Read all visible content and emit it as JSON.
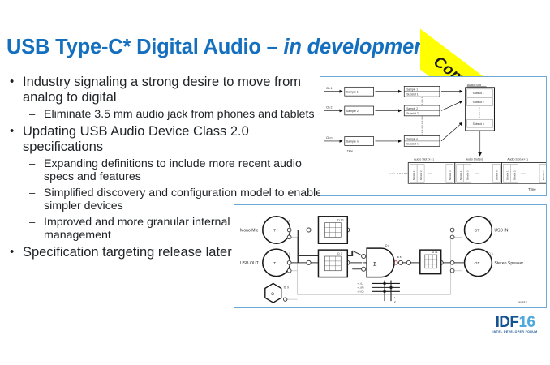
{
  "slide": {
    "title_main": "USB Type-C* Digital Audio – ",
    "title_emphasis": "in development",
    "ribbon_label": "Coming Soon"
  },
  "bullets": [
    {
      "level": 1,
      "text": "Industry signaling a strong desire to move from analog to digital"
    },
    {
      "level": 2,
      "text": "Eliminate 3.5 mm audio jack from phones and tablets"
    },
    {
      "level": 1,
      "text": "Updating USB Audio Device Class 2.0 specifications"
    },
    {
      "level": 2,
      "text": "Expanding definitions to include more recent audio specs and features"
    },
    {
      "level": 2,
      "text": "Simplified discovery and configuration model to enable simpler devices"
    },
    {
      "level": 2,
      "text": "Improved and more granular internal power management"
    },
    {
      "level": 1,
      "text": "Specification targeting release later this quarter"
    }
  ],
  "diagram_top": {
    "channels": [
      "Ch 1",
      "Ch 2",
      "Ch n"
    ],
    "samples": [
      "Sample 1",
      "Sample 2",
      "Sample n"
    ],
    "subslots_in": [
      "Sample 1 / Subslot 1",
      "Sample 2 / Subslot 2",
      "Sample n / Subslot n"
    ],
    "subslot_line1": [
      "Sample 1",
      "Sample 2",
      "Sample n"
    ],
    "subslot_line2": [
      "Subslot 1",
      "Subslot 2",
      "Subslot n"
    ],
    "time_label": "Time",
    "time_axis_label": "Time",
    "audio_slot_title": "Audio Slot",
    "audio_slot_items": [
      "Subslot 1",
      "Subslot 2",
      "Subslot n"
    ],
    "slot_headers": [
      "Audio Slot (x-1)",
      "Audio Slot (x)",
      "Audio Slot (x+1)"
    ],
    "slot_cells": [
      "Subslot 1",
      "Subslot 2",
      "Subslot n"
    ],
    "ellipsis": "······"
  },
  "diagram_bottom": {
    "terminals_left": [
      {
        "label": "Mono Mic",
        "id": "ID 6",
        "kind": "IT"
      },
      {
        "label": "USB OUT",
        "id": "ID 1",
        "kind": "IT"
      }
    ],
    "terminals_right": [
      {
        "label": "USB IN",
        "id": "ID 4",
        "kind": "OT"
      },
      {
        "label": "Stereo  Speaker",
        "id": "ID 3",
        "kind": "OT"
      }
    ],
    "clock": {
      "id": "ID 9",
      "glyph": "⊕"
    },
    "units": [
      {
        "id": "ID 10",
        "kind": "FU"
      },
      {
        "id": "ID 7",
        "kind": "FU"
      },
      {
        "id": "ID 8",
        "kind": "MU",
        "glyph": "Σ"
      },
      {
        "id": "ID 11",
        "kind": "FU"
      }
    ],
    "matrix_rows": [
      "+1 (L)",
      "+1 (R)",
      "+2 (C)"
    ],
    "matrix_cols": [
      "1",
      "2"
    ],
    "corner_note": "rev 1.0 dr"
  },
  "logo": {
    "idf": "IDF",
    "year": "16",
    "subtitle": "INTEL DEVELOPER FORUM"
  },
  "colors": {
    "title_blue": "#1470be",
    "ribbon_yellow": "#ffff00",
    "panel_border": "#6ea8d8",
    "body_text": "#1f2226",
    "logo_dark": "#14538f",
    "logo_light": "#4fa8dc"
  }
}
